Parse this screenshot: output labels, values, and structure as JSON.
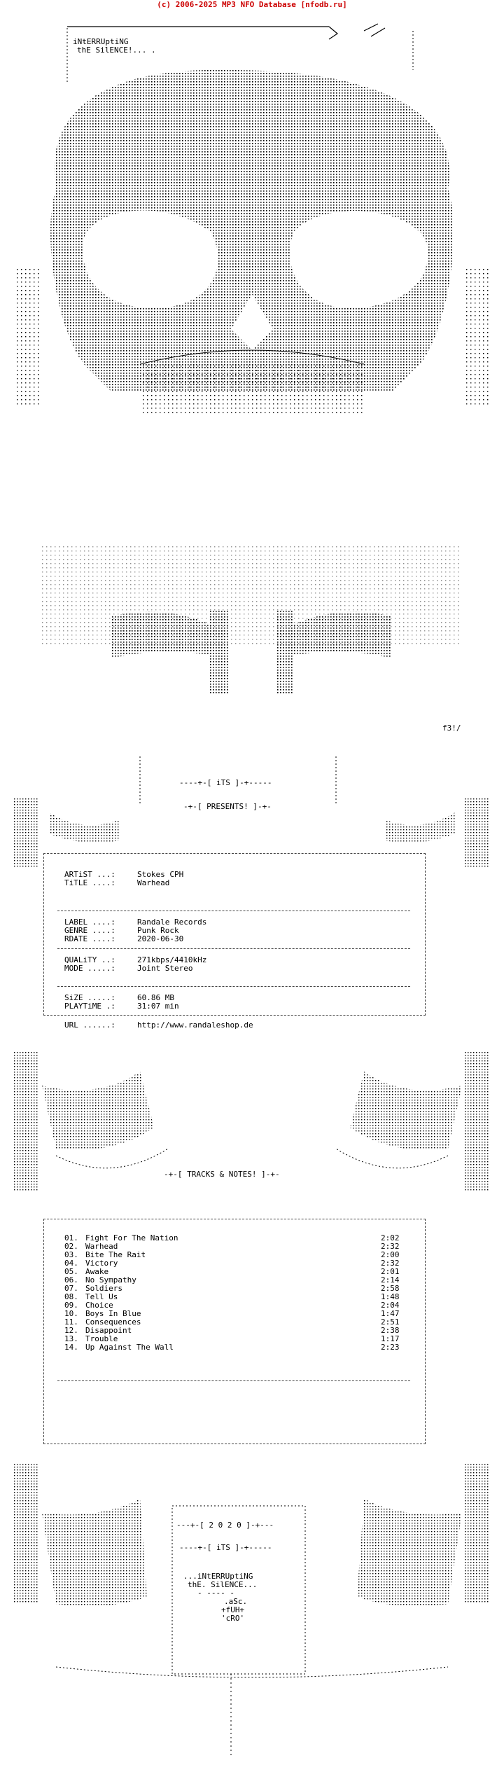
{
  "header": {
    "copyright": "(c) 2006-2025 MP3 NFO Database [nfodb.ru]"
  },
  "group": {
    "line1": "iNtERRUptiNG",
    "line2": "thE SilENCE!... ."
  },
  "art_tag": "f3!/",
  "banners": {
    "its_1": "----+-[ iTS ]-+-----",
    "presents": "-+-[ PRESENTS! ]-+-",
    "tracks_notes": "-+-[ TRACKS & NOTES! ]-+-",
    "year": "---+-[ 2 0 2 0 ]-+---",
    "its_2": "----+-[ iTS ]-+-----"
  },
  "release_info": {
    "artist": {
      "label": "ARTiST ...:",
      "value": "Stokes CPH"
    },
    "title": {
      "label": "TiTLE ....:",
      "value": "Warhead"
    },
    "rec_label": {
      "label": "LABEL ....:",
      "value": "Randale Records"
    },
    "genre": {
      "label": "GENRE ....:",
      "value": "Punk Rock"
    },
    "rdate": {
      "label": "RDATE ....:",
      "value": "2020-06-30"
    },
    "quality": {
      "label": "QUALiTY ..:",
      "value": "271kbps/4410kHz"
    },
    "mode": {
      "label": "MODE .....:",
      "value": "Joint Stereo"
    },
    "size": {
      "label": "SiZE .....:",
      "value": "60.86 MB"
    },
    "playtime": {
      "label": "PLAYTiME .:",
      "value": "31:07 min"
    },
    "url": {
      "label": "URL ......:",
      "value": "http://www.randaleshop.de"
    }
  },
  "tracks": [
    {
      "no": "01.",
      "title": "Fight For The Nation",
      "time": "2:02"
    },
    {
      "no": "02.",
      "title": "Warhead",
      "time": "2:32"
    },
    {
      "no": "03.",
      "title": "Bite The Rait",
      "time": "2:00"
    },
    {
      "no": "04.",
      "title": "Victory",
      "time": "2:32"
    },
    {
      "no": "05.",
      "title": "Awake",
      "time": "2:01"
    },
    {
      "no": "06.",
      "title": "No Sympathy",
      "time": "2:14"
    },
    {
      "no": "07.",
      "title": "Soldiers",
      "time": "2:58"
    },
    {
      "no": "08.",
      "title": "Tell Us",
      "time": "1:48"
    },
    {
      "no": "09.",
      "title": "Choice",
      "time": "2:04"
    },
    {
      "no": "10.",
      "title": "Boys In Blue",
      "time": "1:47"
    },
    {
      "no": "11.",
      "title": "Consequences",
      "time": "2:51"
    },
    {
      "no": "12.",
      "title": "Disappoint",
      "time": "2:38"
    },
    {
      "no": "13.",
      "title": "Trouble",
      "time": "1:17"
    },
    {
      "no": "14.",
      "title": "Up Against The Wall",
      "time": "2:23"
    }
  ],
  "footer": {
    "group_line1": "...iNtERRUptiNG",
    "group_line2": "thE. SilENCE...",
    "dash": "- ---- -",
    "credit1": ".aSc.",
    "credit2": "+fUH+",
    "credit3": "'cRO'"
  },
  "colors": {
    "header_link": "#cc0000",
    "text": "#000000",
    "background": "#ffffff"
  }
}
